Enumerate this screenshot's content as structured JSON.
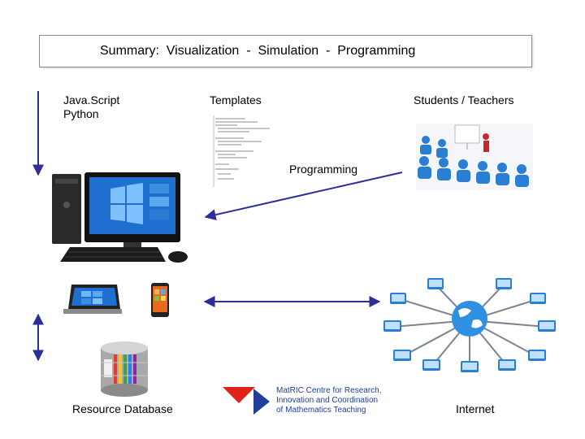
{
  "slide": {
    "title": "Summary:  Visualization  -  Simulation  -  Programming",
    "languages": [
      "Java.Script",
      "Python"
    ],
    "templates_label": "Templates",
    "students_label": "Students / Teachers",
    "programming_label": "Programming",
    "resource_db_label": "Resource Database",
    "internet_label": "Internet",
    "logo_text": [
      "MatRIC Centre for Research,",
      "Innovation and Coordination",
      "of Mathematics Teaching"
    ]
  },
  "colors": {
    "arrow": "#2c2f9a",
    "windows_blue": "#1e6fd0",
    "people_blue": "#2a7fd4",
    "logo_red": "#e0231a",
    "logo_blue": "#1f3f9b"
  }
}
